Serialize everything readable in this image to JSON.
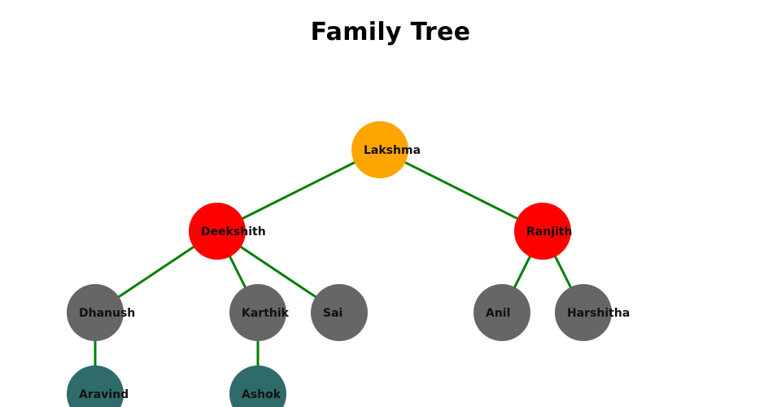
{
  "title": "Family Tree",
  "colors": {
    "edge": "#008000",
    "root": "#FFA500",
    "child": "#FF0000",
    "grandchild": "#666666",
    "great_grandchild": "#2F6B6B"
  },
  "tree": {
    "name": "Lakshma",
    "level": "root",
    "children": [
      {
        "name": "Deekshith",
        "level": "child",
        "children": [
          {
            "name": "Dhanush",
            "level": "grandchild",
            "children": [
              {
                "name": "Aravind",
                "level": "great_grandchild",
                "children": []
              }
            ]
          },
          {
            "name": "Karthik",
            "level": "grandchild",
            "children": [
              {
                "name": "Ashok",
                "level": "great_grandchild",
                "children": []
              }
            ]
          },
          {
            "name": "Sai",
            "level": "grandchild",
            "children": []
          }
        ]
      },
      {
        "name": "Ranjith",
        "level": "child",
        "children": [
          {
            "name": "Anil",
            "level": "grandchild",
            "children": []
          },
          {
            "name": "Harshitha",
            "level": "grandchild",
            "children": []
          }
        ]
      }
    ]
  }
}
